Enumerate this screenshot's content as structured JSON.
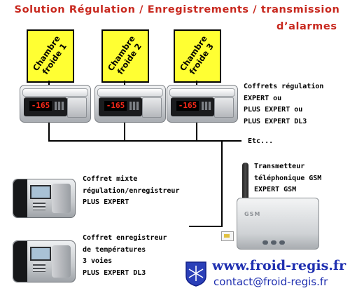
{
  "title": {
    "line1": "Solution Régulation / Enregistrements / transmission",
    "line2": "d’alarmes"
  },
  "chambers": [
    {
      "label": "Chambre\nfroide 1"
    },
    {
      "label": "Chambre\nfroide 2"
    },
    {
      "label": "Chambre\nfroide 3"
    }
  ],
  "controller_display": "-165",
  "coffrets_regulation": {
    "lines": [
      "Coffrets régulation",
      "EXPERT ou",
      "PLUS EXPERT ou",
      "PLUS EXPERT DL3"
    ]
  },
  "etc_label": "Etc...",
  "transmetteur": {
    "lines": [
      "Transmetteur",
      "téléphonique GSM",
      "EXPERT GSM"
    ]
  },
  "gsm_label": "GSM",
  "coffret_mixte": {
    "lines": [
      "Coffret mixte",
      "régulation/enregistreur",
      "PLUS EXPERT"
    ]
  },
  "coffret_enregistreur": {
    "lines": [
      "Coffret enregistreur",
      "de températures",
      "3 voies",
      "PLUS EXPERT DL3"
    ]
  },
  "website": "www.froid-regis.fr",
  "email": "contact@froid-regis.fr",
  "colors": {
    "title": "#c8281e",
    "chamber_fill": "#ffff33",
    "link": "#1f2fb0"
  }
}
